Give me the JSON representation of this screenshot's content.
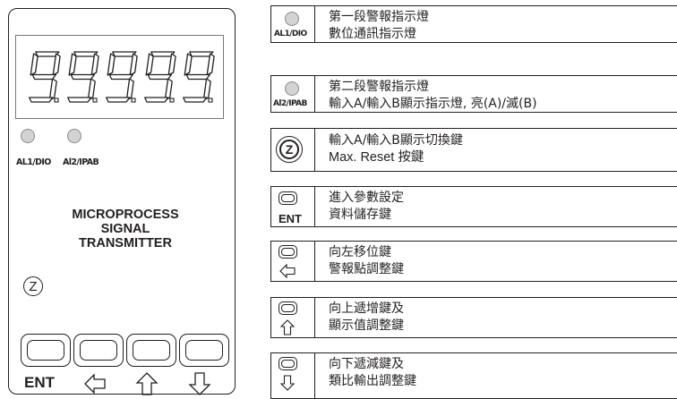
{
  "panel": {
    "display_digits": [
      "9.",
      "9.",
      "9.",
      "9.",
      "9."
    ],
    "led_labels": [
      "AL1/DIO",
      "Al2/IPAB"
    ],
    "title_lines": [
      "MICROPROCESS",
      "SIGNAL",
      "TRANSMITTER"
    ],
    "z_button": "Z",
    "ent_label": "ENT",
    "keys": [
      "ent-key",
      "left-key",
      "up-key",
      "down-key"
    ]
  },
  "legend": [
    {
      "icon": "led-icon",
      "icon_label": "AL1/DIO",
      "lines": [
        "第一段警報指示燈",
        "數位通訊指示燈"
      ]
    },
    {
      "icon": "led-icon",
      "icon_label": "Al2/IPAB",
      "lines": [
        "第二段警報指示燈",
        "輸入A/輸入B顯示指示燈, 亮(A)/滅(B)"
      ]
    },
    {
      "icon": "z-key-icon",
      "icon_label": "Z",
      "lines": [
        "輸入A/輸入B顯示切換鍵",
        "Max. Reset 按鍵"
      ]
    },
    {
      "icon": "ent-key-icon",
      "icon_label": "ENT",
      "lines": [
        "進入參數設定",
        "資料儲存鍵"
      ]
    },
    {
      "icon": "left-arrow-key-icon",
      "icon_label": "",
      "lines": [
        "向左移位鍵",
        "警報點調整鍵"
      ]
    },
    {
      "icon": "up-arrow-key-icon",
      "icon_label": "",
      "lines": [
        "向上遞增鍵及",
        "顯示值調整鍵"
      ]
    },
    {
      "icon": "down-arrow-key-icon",
      "icon_label": "",
      "lines": [
        "向下遞減鍵及",
        "類比輸出調整鍵"
      ]
    }
  ],
  "colors": {
    "line": "#231f20",
    "led": "#d3d3d3",
    "background": "#ffffff"
  }
}
